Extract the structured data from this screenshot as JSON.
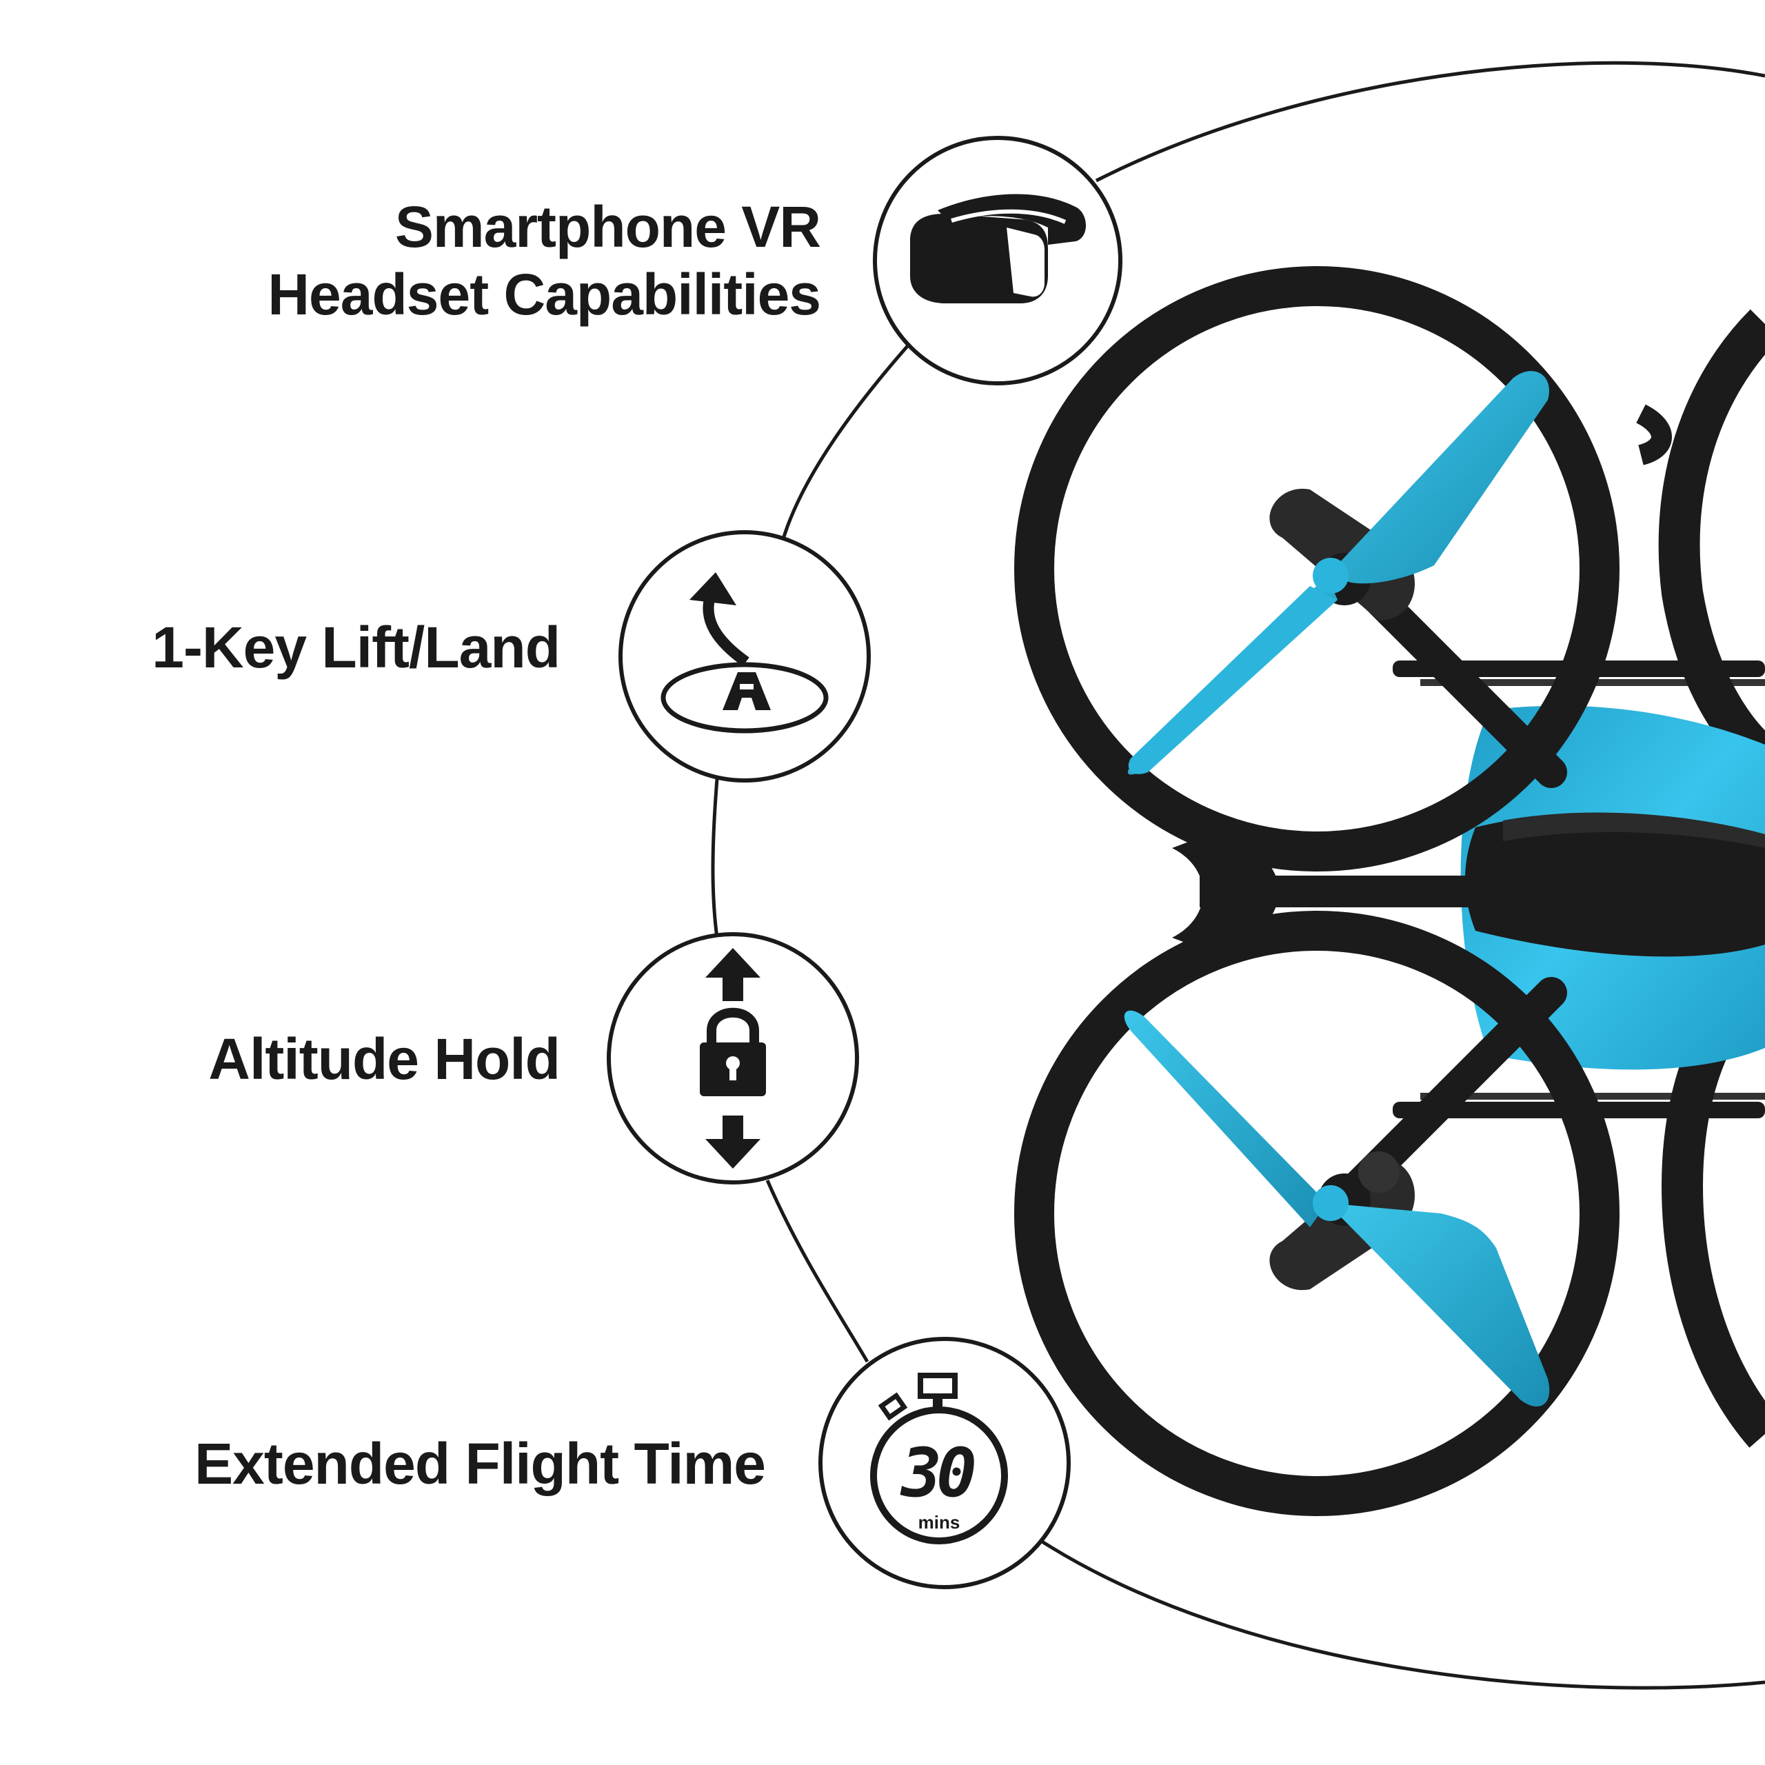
{
  "features": [
    {
      "id": "vr",
      "line1": "Smartphone VR",
      "line2": "Headset Capabilities",
      "icon": "vr-headset-icon"
    },
    {
      "id": "lift",
      "line1": "1-Key Lift/Land",
      "icon": "takeoff-landing-icon"
    },
    {
      "id": "altitude",
      "line1": "Altitude Hold",
      "icon": "altitude-lock-icon"
    },
    {
      "id": "flight",
      "line1": "Extended Flight Time",
      "icon": "stopwatch-icon"
    }
  ],
  "timer": {
    "value": "30",
    "unit": "mins"
  },
  "colors": {
    "ink": "#1a1a1a",
    "frame": "#1b1b1b",
    "accent": "#2cb5dc",
    "accent_dark": "#1a8fb3"
  }
}
